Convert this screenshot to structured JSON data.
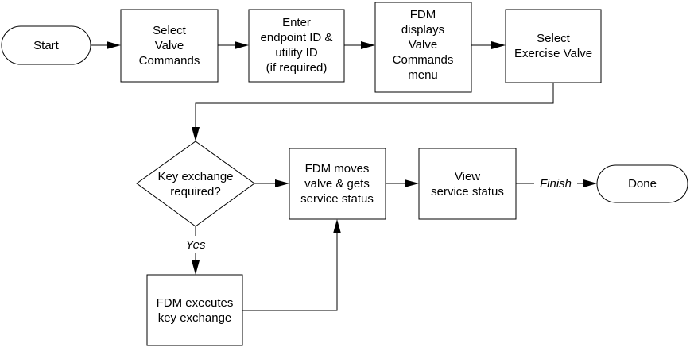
{
  "flowchart": {
    "start": "Start",
    "select_valve_commands": [
      "Select",
      "Valve",
      "Commands"
    ],
    "enter_ids": [
      "Enter",
      "endpoint ID &",
      "utility ID",
      "(if required)"
    ],
    "fdm_displays_menu": [
      "FDM",
      "displays",
      "Valve",
      "Commands",
      "menu"
    ],
    "select_exercise_valve": [
      "Select",
      "Exercise Valve"
    ],
    "key_exchange_decision": [
      "Key exchange",
      "required?"
    ],
    "fdm_moves_valve": [
      "FDM moves",
      "valve & gets",
      "service status"
    ],
    "view_service_status": [
      "View",
      "service status"
    ],
    "done": "Done",
    "fdm_executes_key_exchange": [
      "FDM executes",
      "key exchange"
    ],
    "edge_yes": "Yes",
    "edge_finish": "Finish"
  }
}
